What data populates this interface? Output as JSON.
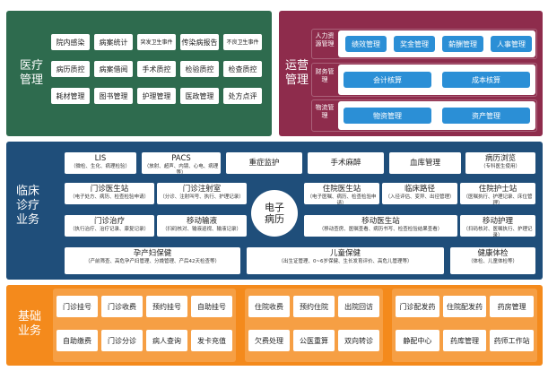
{
  "medical": {
    "title": "医疗管理",
    "items": [
      "院内感染",
      "病案统计",
      "突发卫生事件",
      "传染病报告",
      "不良卫生事件",
      "病历质控",
      "病案借阅",
      "手术质控",
      "检验质控",
      "检查质控",
      "耗材管理",
      "图书管理",
      "护理管理",
      "医政管理",
      "处方点评"
    ]
  },
  "operations": {
    "title": "运营管理",
    "groups": [
      {
        "label": "人力资源管理",
        "items": [
          "绩效管理",
          "奖金管理",
          "薪酬管理",
          "人事管理"
        ]
      },
      {
        "label": "财务管理",
        "items": [
          "会计核算",
          "成本核算"
        ]
      },
      {
        "label": "物流管理",
        "items": [
          "物资管理",
          "资产管理"
        ]
      }
    ]
  },
  "clinical": {
    "title": "临床诊疗业务",
    "top": [
      {
        "t": "LIS",
        "s": "（微检、生化、病理检验）"
      },
      {
        "t": "PACS",
        "s": "（放射、超声、内镜、心电、病理等）"
      },
      {
        "t": "重症监护",
        "s": ""
      },
      {
        "t": "手术麻醉",
        "s": ""
      },
      {
        "t": "血库管理",
        "s": ""
      },
      {
        "t": "病历浏览",
        "s": "（专科医生使用）"
      }
    ],
    "center": "电子病历",
    "left": [
      {
        "t": "门诊医生站",
        "s": "（电子处方、病历、检查检验申请）"
      },
      {
        "t": "门诊注射室",
        "s": "（分诊、注射叫号、执行、护理记录）"
      },
      {
        "t": "门诊治疗",
        "s": "（执行治疗、治疗记录、康复记录）"
      },
      {
        "t": "移动输液",
        "s": "（扫码核对、输液巡视、输液记录）"
      }
    ],
    "right": [
      {
        "t": "住院医生站",
        "s": "（电子医嘱、病历、检查检验申请）"
      },
      {
        "t": "临床路径",
        "s": "（入径评估、变异、出径管理）"
      },
      {
        "t": "住院护士站",
        "s": "（医嘱执行、护理记录、床位管理）"
      },
      {
        "t": "移动医生站",
        "s": "（移动查房、医嘱查看、病历书写、检查检验结果查看）"
      },
      {
        "t": "移动护理",
        "s": "（扫码核对、医嘱执行、护理记录）"
      }
    ],
    "bottom": [
      {
        "t": "孕产妇保健",
        "s": "（产前筛查、高危孕产妇管理、分娩管理、产后42天检查等）"
      },
      {
        "t": "儿童保健",
        "s": "（出生证管理、0~6岁保健、生长发育评价、高危儿管理等）"
      },
      {
        "t": "健康体检",
        "s": "（体检、儿童体检等）"
      }
    ]
  },
  "basic": {
    "title": "基础业务",
    "g1": [
      "门诊挂号",
      "门诊收费",
      "预约挂号",
      "自助挂号",
      "自助缴费",
      "门诊分诊",
      "病人查询",
      "发卡充值"
    ],
    "g2": [
      "住院收费",
      "预约住院",
      "出院回访",
      "欠费处理",
      "公医重算",
      "双向转诊"
    ],
    "g3": [
      "门诊配发药",
      "住院配发药",
      "药房管理",
      "静配中心",
      "药库管理",
      "药师工作站"
    ]
  },
  "colors": {
    "medical": "#2e6b4e",
    "operations": "#8e2c4c",
    "clinical": "#1f4e7a",
    "basic": "#f48a1c",
    "pill": "#2b8fd6"
  }
}
